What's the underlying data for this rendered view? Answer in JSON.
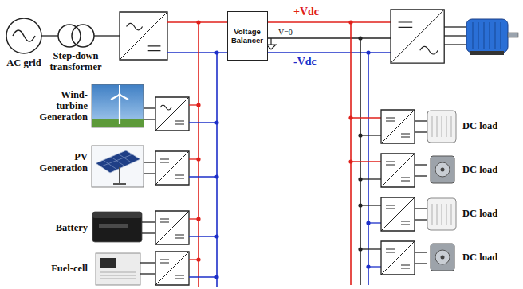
{
  "diagram": {
    "nodes": [
      {
        "text": [
          "Voltage Balancer"
        ]
      }
    ],
    "labels": [
      "AC grid",
      "Step-down transformer",
      "Wind-turbine Generation",
      "PV Generation",
      "Battery",
      "Fuel-cell",
      "+Vdc",
      "V=0",
      "-Vdc",
      "DC load",
      "DC load",
      "DC load",
      "DC load"
    ]
  }
}
